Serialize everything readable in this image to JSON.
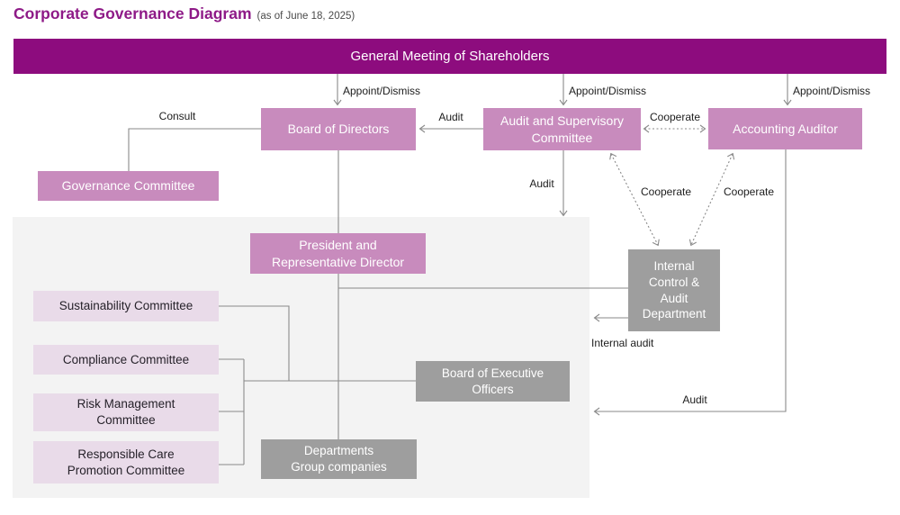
{
  "title": {
    "main": "Corporate Governance Diagram",
    "date_note": "(as of June 18, 2025)"
  },
  "nodes": {
    "shareholders": {
      "label": "General Meeting of Shareholders"
    },
    "board_of_directors": {
      "label": "Board of Directors"
    },
    "audit_supervisory_committee": {
      "label": "Audit and Supervisory\nCommittee"
    },
    "accounting_auditor": {
      "label": "Accounting Auditor"
    },
    "governance_committee": {
      "label": "Governance Committee"
    },
    "president": {
      "label": "President and\nRepresentative Director"
    },
    "sustainability_committee": {
      "label": "Sustainability Committee"
    },
    "compliance_committee": {
      "label": "Compliance Committee"
    },
    "risk_management_committee": {
      "label": "Risk Management\nCommittee"
    },
    "responsible_care_committee": {
      "label": "Responsible Care\nPromotion Committee"
    },
    "internal_control_audit_department": {
      "label": "Internal\nControl &\nAudit\nDepartment"
    },
    "board_of_executive_officers": {
      "label": "Board of Executive\nOfficers"
    },
    "departments_group_companies": {
      "label": "Departments\nGroup companies"
    }
  },
  "edge_labels": {
    "appoint_dismiss": "Appoint/Dismiss",
    "audit": "Audit",
    "consult": "Consult",
    "cooperate": "Cooperate",
    "internal_audit": "Internal audit"
  },
  "colors": {
    "header_bar": "#8d0c7e",
    "title_text": "#8e1a87",
    "primary_box": "#c88bbd",
    "light_box": "#e9dbe9",
    "gray_box": "#9e9e9e",
    "area_background": "#f3f3f3",
    "line": "#8a8a8a"
  }
}
